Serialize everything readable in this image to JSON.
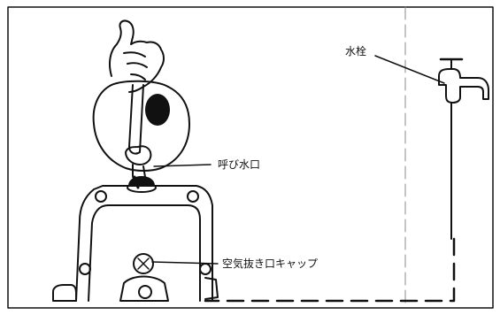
{
  "labels": {
    "faucet": "水栓",
    "priming_port": "呼び水口",
    "air_vent_cap": "空気抜き口キャップ"
  },
  "colors": {
    "line": "#111111",
    "background": "#ffffff",
    "guide": "#8a8a8a"
  }
}
